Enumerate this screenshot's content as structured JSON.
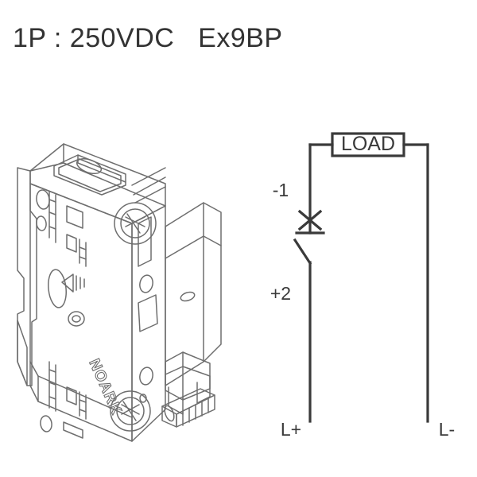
{
  "page": {
    "background_color": "#ffffff",
    "line_color": "#3a3a3a",
    "artwork_line_color": "#6e6e6e"
  },
  "title": {
    "text": "1P : 250VDC   Ex9BP",
    "poles": "1P",
    "voltage": "250VDC",
    "model": "Ex9BP",
    "color": "#333333"
  },
  "product": {
    "name": "miniature-circuit-breaker",
    "brand_text": "NOARK",
    "description": "1-pole DIN-rail miniature circuit breaker, isometric line drawing"
  },
  "schematic": {
    "load_box_label": "LOAD",
    "terminal_top_label": "-1",
    "terminal_bottom_label": "+2",
    "line_positive_label": "L+",
    "line_negative_label": "L-"
  }
}
